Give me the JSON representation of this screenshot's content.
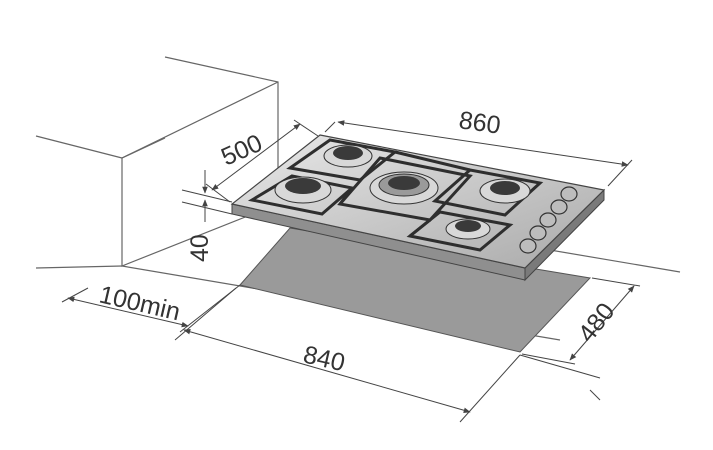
{
  "dimensions": {
    "hob_width": "860",
    "hob_depth": "500",
    "hob_height": "40",
    "cutout_width": "840",
    "cutout_depth": "480",
    "wall_clearance": "100min"
  },
  "hob": {
    "burners": [
      {
        "name": "rear-left-burner"
      },
      {
        "name": "front-left-burner"
      },
      {
        "name": "center-wok-burner"
      },
      {
        "name": "rear-right-burner"
      },
      {
        "name": "front-right-burner"
      }
    ],
    "knobs": [
      {
        "name": "knob-1"
      },
      {
        "name": "knob-2"
      },
      {
        "name": "knob-3"
      },
      {
        "name": "knob-4"
      },
      {
        "name": "knob-5"
      }
    ]
  },
  "colors": {
    "line": "#555555",
    "cutout_fill": "#9a9a9a",
    "steel": "#d4d4d4",
    "burner": "#3a3a3a"
  }
}
